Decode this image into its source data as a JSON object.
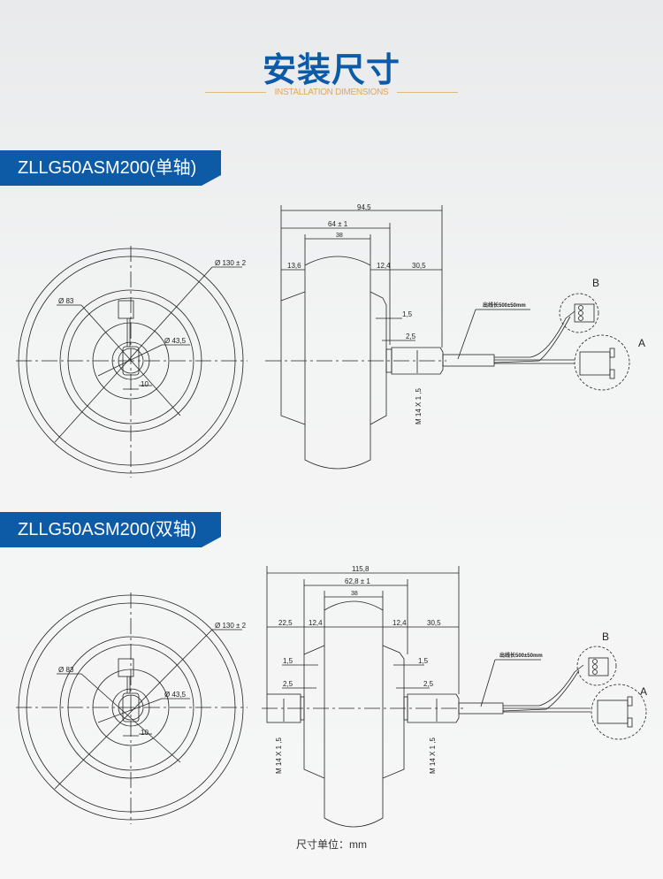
{
  "header": {
    "title": "安装尺寸",
    "subtitle": "INSTALLATION  DIMENSIONS"
  },
  "sections": [
    {
      "model": "ZLLG50ASM200(单轴)",
      "front_dims": {
        "outer": "Ø 130 ± 2",
        "mid": "Ø 83",
        "inner": "Ø 43,5",
        "flat": "10"
      },
      "side_dims": {
        "total": "94,5",
        "hub": "64 ± 1",
        "tire": "38",
        "left": "13,6",
        "gap": "12,4",
        "shaft": "30,5",
        "t1": "1,5",
        "t2": "2,5",
        "thread": "M 14 X 1 ,5",
        "lead": "出线长500±50mm"
      },
      "connectors": {
        "b": "B",
        "a": "A"
      }
    },
    {
      "model": "ZLLG50ASM200(双轴)",
      "front_dims": {
        "outer": "Ø 130 ± 2",
        "mid": "Ø 83",
        "inner": "Ø 43,5",
        "flat": "10"
      },
      "side_dims": {
        "total": "115,8",
        "hub": "62,8 ± 1",
        "tire": "38",
        "left": "22,5",
        "gap_l": "12,4",
        "gap_r": "12,4",
        "shaft": "30,5",
        "t1": "1,5",
        "t2": "2,5",
        "thread": "M 14 X 1 ,5",
        "lead": "出线长500±50mm"
      },
      "connectors": {
        "b": "B",
        "a": "A"
      }
    }
  ],
  "footer": {
    "unit_note": "尺寸单位：mm"
  },
  "colors": {
    "brand": "#0d5aa7",
    "accent": "#e2a65a"
  }
}
